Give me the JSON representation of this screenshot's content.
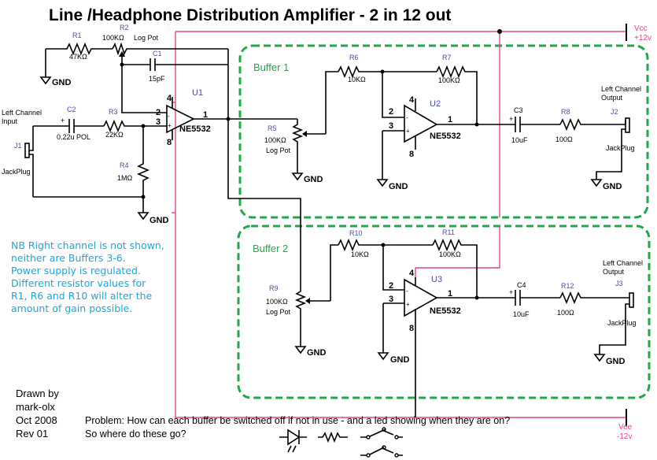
{
  "title": "Line /Headphone  Distribution Amplifier - 2 in 12 out",
  "power": {
    "vcc": "Vcc",
    "vcc_val": "+12v",
    "vee": "Vee",
    "vee_val": "-12v"
  },
  "input": {
    "label1": "Left Channel",
    "label2": "Input",
    "jack": "J1",
    "jack_type": "JackPlug"
  },
  "components": {
    "r1": {
      "ref": "R1",
      "value": "47KΩ"
    },
    "r2": {
      "ref": "R2",
      "value": "100KΩ",
      "type": "Log Pot"
    },
    "c1": {
      "ref": "C1",
      "value": "15pF"
    },
    "c2": {
      "ref": "C2",
      "value": "0.22u POL"
    },
    "r3": {
      "ref": "R3",
      "value": "22KΩ"
    },
    "r4": {
      "ref": "R4",
      "value": "1MΩ"
    },
    "u1": {
      "ref": "U1",
      "part": "NE5532"
    },
    "r5": {
      "ref": "R5",
      "value": "100KΩ",
      "type": "Log Pot"
    },
    "r6": {
      "ref": "R6",
      "value": "10KΩ"
    },
    "r7": {
      "ref": "R7",
      "value": "100KΩ"
    },
    "u2": {
      "ref": "U2",
      "part": "NE5532"
    },
    "c3": {
      "ref": "C3",
      "value": "10uF"
    },
    "r8": {
      "ref": "R8",
      "value": "100Ω"
    },
    "j2": {
      "ref": "J2",
      "type": "JackPlug"
    },
    "r9": {
      "ref": "R9",
      "value": "100KΩ",
      "type": "Log Pot"
    },
    "r10": {
      "ref": "R10",
      "value": "10KΩ"
    },
    "r11": {
      "ref": "R11",
      "value": "100KΩ"
    },
    "u3": {
      "ref": "U3",
      "part": "NE5532"
    },
    "c4": {
      "ref": "C4",
      "value": "10uF"
    },
    "r12": {
      "ref": "R12",
      "value": "100Ω"
    },
    "j3": {
      "ref": "J3",
      "type": "JackPlug"
    }
  },
  "buffers": {
    "b1": "Buffer 1",
    "b2": "Buffer 2"
  },
  "output": {
    "label1": "Left Channel",
    "label2": "Output"
  },
  "gnd": "GND",
  "pins": {
    "p1": "1",
    "p2": "2",
    "p3": "3",
    "p4": "4",
    "p8": "8"
  },
  "note": [
    "NB Right channel is not shown,",
    "neither are Buffers 3-6.",
    "Power supply is regulated.",
    "Different resistor values for",
    "R1, R6 and R10 will alter the",
    "amount of gain possible."
  ],
  "credits": [
    "Drawn by",
    "mark-olx",
    "Oct 2008",
    "Rev 01"
  ],
  "problem": [
    "Problem: How can each buffer be switched off if not in use - and a led showing when they are on?",
    "So where do these go?"
  ]
}
